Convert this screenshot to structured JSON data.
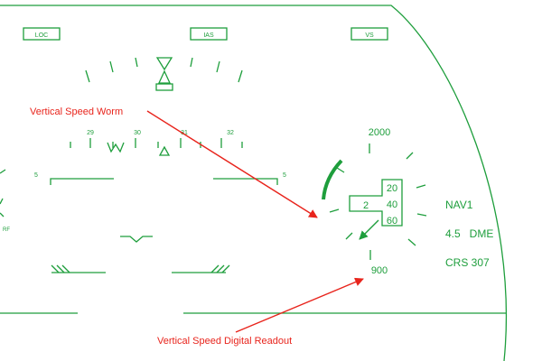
{
  "mode_boxes": {
    "left": "LOC",
    "center": "IAS",
    "right": "VS"
  },
  "heading_tape": {
    "labels": [
      "29",
      "30",
      "31",
      "32"
    ]
  },
  "pitch_ladder": {
    "left_label": "5",
    "right_label": "5"
  },
  "left_edge_label": "RF",
  "vs_indicator": {
    "top_label": "2000",
    "bottom_label": "900",
    "box_left_value": "2",
    "box_values": [
      "20",
      "40",
      "60"
    ]
  },
  "nav_info": {
    "source": "NAV1",
    "dme": "4.5   DME",
    "course": "CRS 307"
  },
  "annotations": {
    "worm": "Vertical Speed Worm",
    "readout": "Vertical Speed Digital Readout"
  },
  "colors": {
    "symbology": "#1e9e3c",
    "annotation": "#e8241c",
    "background": "#ffffff"
  }
}
